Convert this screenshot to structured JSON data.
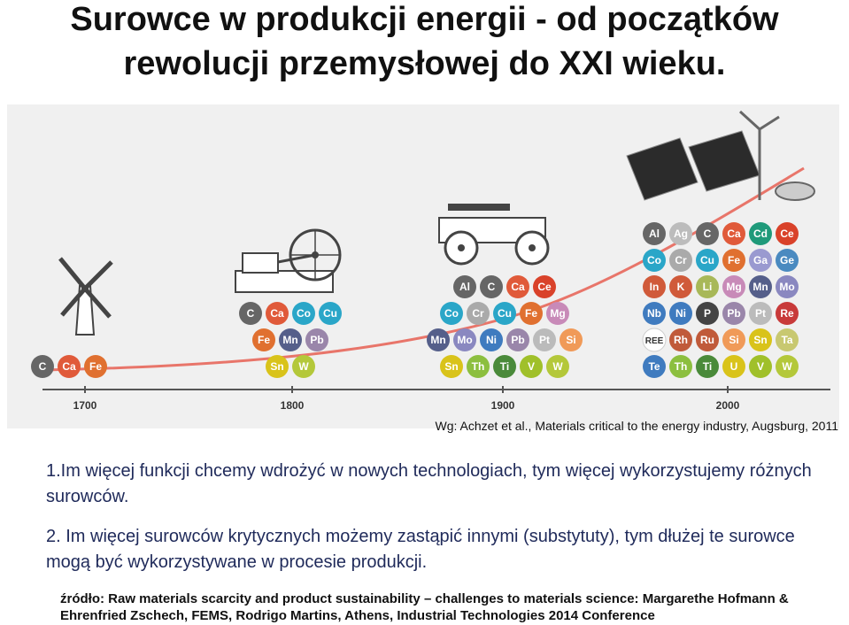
{
  "title": {
    "line1": "Surowce w produkcji energii - od początków",
    "line2": "rewolucji przemysłowej do XXI wieku."
  },
  "diagram": {
    "years": [
      "1700",
      "1800",
      "1900",
      "2000"
    ],
    "groups": [
      {
        "year": "1700",
        "icon": "windmill-icon",
        "rows": [
          [
            "C",
            "Ca",
            "Fe"
          ]
        ]
      },
      {
        "year": "1800",
        "icon": "steam-engine-icon",
        "rows": [
          [
            "C",
            "Ca",
            "Co",
            "Cu"
          ],
          [
            "Fe",
            "Mn",
            "Pb"
          ],
          [
            "Sn",
            "W"
          ]
        ]
      },
      {
        "year": "1900",
        "icon": "vintage-car-icon",
        "rows": [
          [
            "Al",
            "C",
            "Ca",
            "Ce"
          ],
          [
            "Co",
            "Cr",
            "Cu",
            "Fe",
            "Mg"
          ],
          [
            "Mn",
            "Mo",
            "Ni",
            "Pb",
            "Pt",
            "Si"
          ],
          [
            "Sn",
            "Th",
            "Ti",
            "V",
            "W"
          ]
        ]
      },
      {
        "year": "2000",
        "icon": "solar-wind-icon",
        "rows": [
          [
            "Al",
            "Ag",
            "C",
            "Ca",
            "Cd",
            "Ce"
          ],
          [
            "Co",
            "Cr",
            "Cu",
            "Fe",
            "Ga",
            "Ge"
          ],
          [
            "In",
            "K",
            "Li",
            "Mg",
            "Mn",
            "Mo"
          ],
          [
            "Nb",
            "Ni",
            "P",
            "Pb",
            "Pt",
            "Re"
          ],
          [
            "REE",
            "Rh",
            "Ru",
            "Si",
            "Sn",
            "Ta"
          ],
          [
            "Te",
            "Th",
            "Ti",
            "U",
            "V",
            "W"
          ]
        ]
      }
    ]
  },
  "element_colors": {
    "C": "#666666",
    "Ca": "#e05a3a",
    "Fe": "#e07030",
    "Co": "#2aa6c8",
    "Cu": "#2aa6c8",
    "Mn": "#555f8a",
    "Pb": "#9a86aa",
    "Sn": "#d9c31a",
    "W": "#b4c83a",
    "Al": "#666666",
    "Ce": "#d9422a",
    "Cr": "#aaaaaa",
    "Mg": "#c88ab8",
    "Mo": "#8a88c0",
    "Ni": "#3f7bbf",
    "Pt": "#bbbbbb",
    "Si": "#f09a58",
    "Th": "#8cbf3f",
    "Ti": "#4a8a3a",
    "V": "#a0c02a",
    "Ag": "#bcbcbc",
    "Cd": "#1f9a7a",
    "Ga": "#9a9ad0",
    "Ge": "#4a8ac0",
    "In": "#d05a3a",
    "K": "#d05a3a",
    "Li": "#a8b858",
    "Nb": "#3f7bbf",
    "P": "#444444",
    "Re": "#c83a3a",
    "REE": "#ffffff",
    "Rh": "#c05a3a",
    "Ru": "#c05a3a",
    "Ta": "#c8c870",
    "Te": "#3f7bbf",
    "U": "#d9c31a"
  },
  "source_note": "Wg: Achzet et al., Materials critical to the energy industry, Augsburg, 2011",
  "points": [
    "1.Im więcej funkcji chcemy wdrożyć w nowych technologiach, tym więcej wykorzystujemy różnych surowców.",
    "2. Im więcej surowców krytycznych możemy zastąpić innymi (substytuty), tym dłużej te surowce mogą być wykorzystywane w procesie produkcji."
  ],
  "reference": {
    "line1": "źródło: Raw materials scarcity and product sustainability – challenges to materials science: Margarethe Hofmann &",
    "line2": "Ehrenfried Zschech, FEMS, Rodrigo Martins, Athens, Industrial Technologies 2014 Conference"
  }
}
